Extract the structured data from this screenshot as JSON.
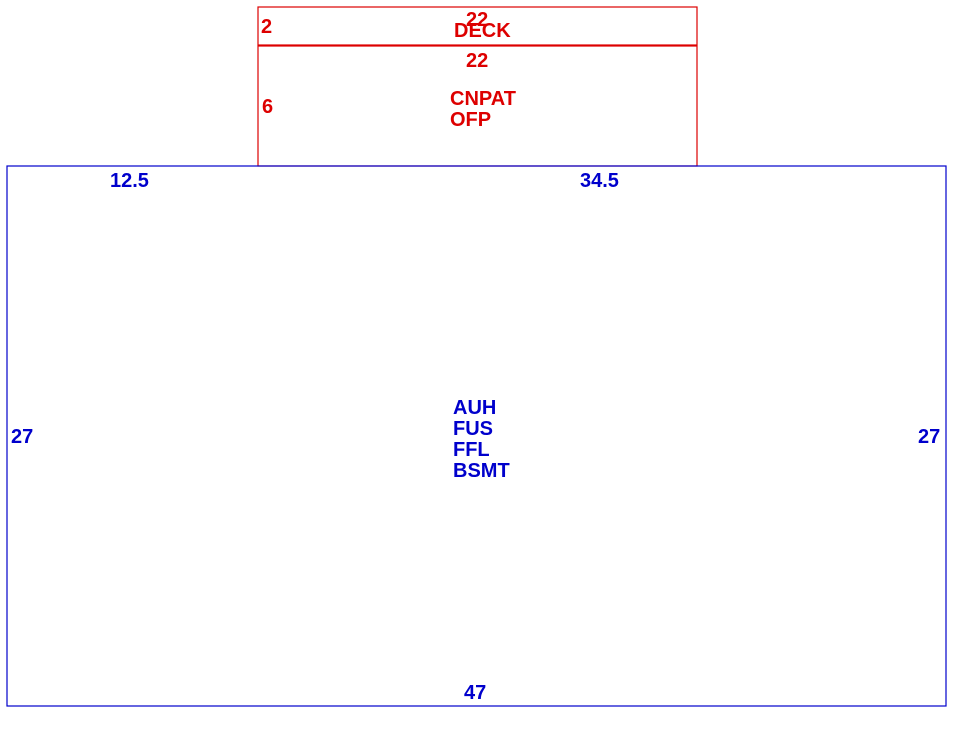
{
  "colors": {
    "main": "#0000cc",
    "addition": "#dd0000"
  },
  "deck": {
    "dimensions": {
      "top": "22",
      "left": "2"
    },
    "name": "DECK"
  },
  "porch": {
    "dimensions": {
      "top": "22",
      "left": "6"
    },
    "names": [
      "CNPAT",
      "OFP"
    ]
  },
  "main_area": {
    "dimensions": {
      "top_left": "12.5",
      "top_right": "34.5",
      "left": "27",
      "right": "27",
      "bottom": "47"
    },
    "names": [
      "AUH",
      "FUS",
      "FFL",
      "BSMT"
    ]
  }
}
